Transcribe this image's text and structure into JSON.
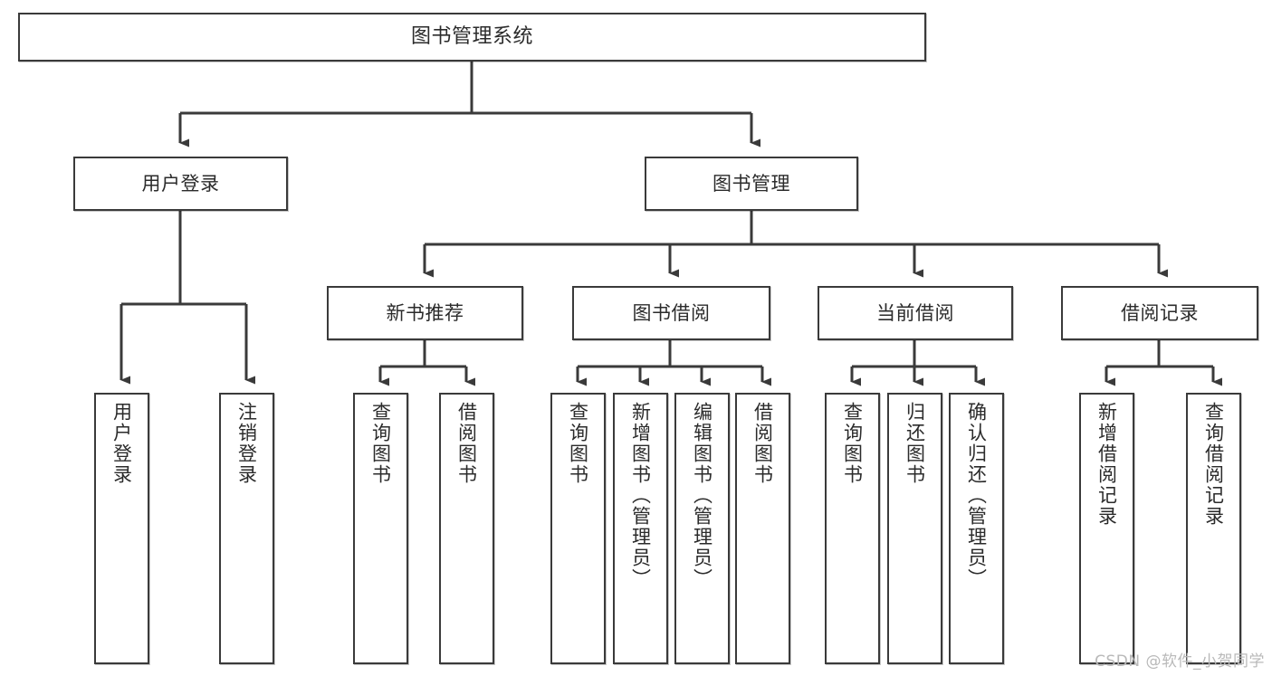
{
  "diagram": {
    "title": "图书管理系统",
    "type": "tree-hierarchy",
    "root": {
      "id": "root",
      "label": "图书管理系统"
    },
    "level2": [
      {
        "id": "user-login",
        "label": "用户登录"
      },
      {
        "id": "book-manage",
        "label": "图书管理"
      }
    ],
    "level3": [
      {
        "id": "new-book-rec",
        "label": "新书推荐",
        "parent": "book-manage"
      },
      {
        "id": "book-borrow",
        "label": "图书借阅",
        "parent": "book-manage"
      },
      {
        "id": "current-borrow",
        "label": "当前借阅",
        "parent": "book-manage"
      },
      {
        "id": "borrow-record",
        "label": "借阅记录",
        "parent": "book-manage"
      }
    ],
    "leaves": [
      {
        "id": "leaf-user-login",
        "label": "用户登录",
        "parent": "user-login"
      },
      {
        "id": "leaf-user-logout",
        "label": "注销登录",
        "parent": "user-login"
      },
      {
        "id": "leaf-query-book-1",
        "label": "查询图书",
        "parent": "new-book-rec"
      },
      {
        "id": "leaf-borrow-book-1",
        "label": "借阅图书",
        "parent": "new-book-rec"
      },
      {
        "id": "leaf-query-book-2",
        "label": "查询图书",
        "parent": "book-borrow"
      },
      {
        "id": "leaf-add-book",
        "label": "新增图书（管理员）",
        "parent": "book-borrow"
      },
      {
        "id": "leaf-edit-book",
        "label": "编辑图书（管理员）",
        "parent": "book-borrow"
      },
      {
        "id": "leaf-borrow-book-2",
        "label": "借阅图书",
        "parent": "book-borrow"
      },
      {
        "id": "leaf-query-book-3",
        "label": "查询图书",
        "parent": "current-borrow"
      },
      {
        "id": "leaf-return-book",
        "label": "归还图书",
        "parent": "current-borrow"
      },
      {
        "id": "leaf-confirm-return",
        "label": "确认归还（管理员）",
        "parent": "current-borrow"
      },
      {
        "id": "leaf-add-record",
        "label": "新增借阅记录",
        "parent": "borrow-record"
      },
      {
        "id": "leaf-query-record",
        "label": "查询借阅记录",
        "parent": "borrow-record"
      }
    ]
  },
  "watermark": {
    "text": "CSDN @软件_小贺同学"
  },
  "colors": {
    "box_border": "#3a3a3a",
    "box_fill": "#ffffff",
    "text": "#2b2b2b",
    "connector": "#3a3a3a",
    "watermark": "#b9b9b9",
    "background": "#ffffff"
  }
}
